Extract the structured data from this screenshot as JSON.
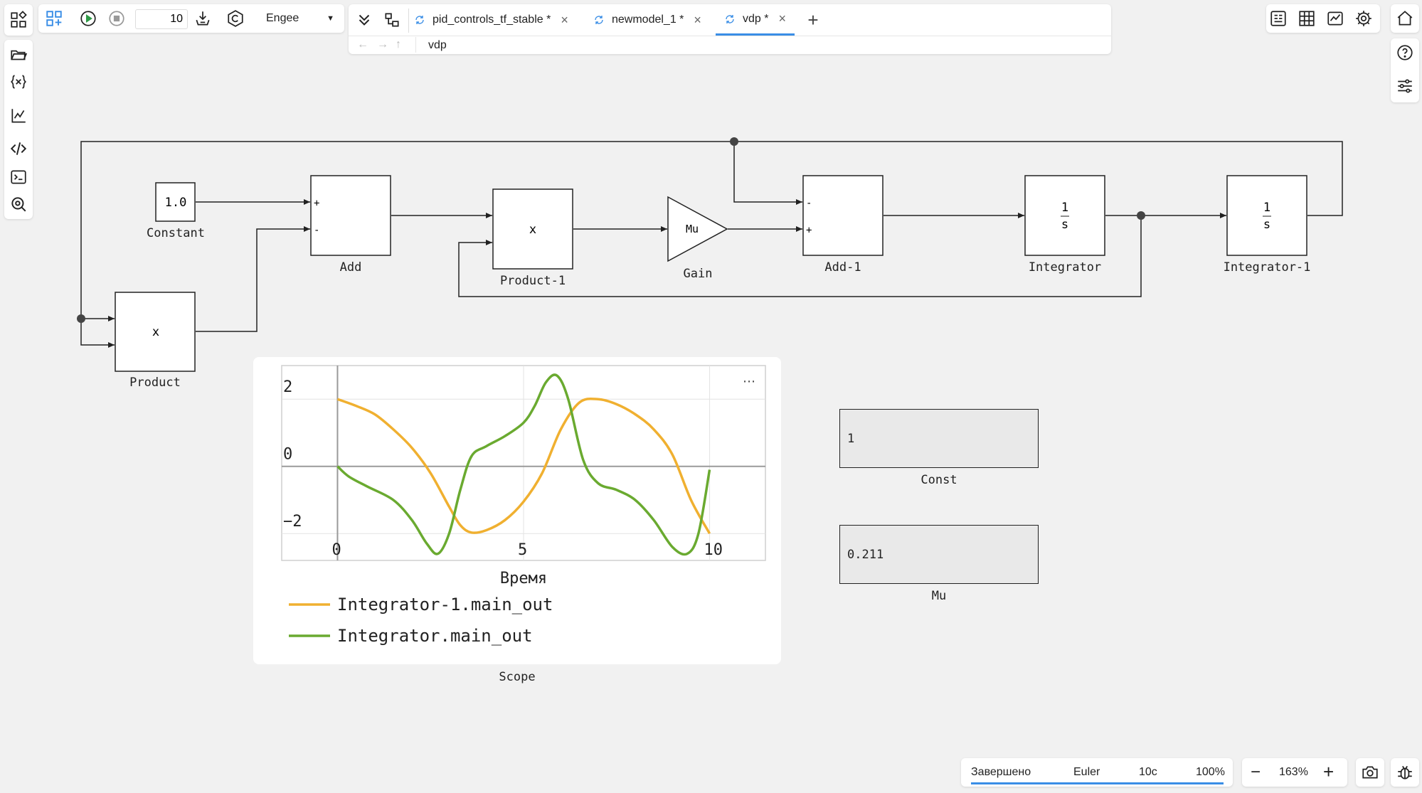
{
  "toolbar": {
    "steps_value": "10",
    "solver_select": "Engee"
  },
  "tabs": [
    {
      "label": "pid_controls_tf_stable *"
    },
    {
      "label": "newmodel_1 *"
    },
    {
      "label": "vdp *"
    }
  ],
  "breadcrumb": {
    "path": "vdp"
  },
  "blocks": {
    "constant": {
      "value": "1.0",
      "label": "Constant"
    },
    "add": {
      "label": "Add",
      "sign1": "+",
      "sign2": "-"
    },
    "product": {
      "symbol": "x",
      "label": "Product"
    },
    "product1": {
      "symbol": "x",
      "label": "Product-1"
    },
    "gain": {
      "symbol": "Mu",
      "label": "Gain"
    },
    "add1": {
      "label": "Add-1",
      "sign1": "-",
      "sign2": "+"
    },
    "integrator": {
      "num": "1",
      "den": "s",
      "label": "Integrator"
    },
    "integrator1": {
      "num": "1",
      "den": "s",
      "label": "Integrator-1"
    }
  },
  "displays": {
    "const": {
      "value": "1",
      "label": "Const"
    },
    "mu": {
      "value": "0.211",
      "label": "Mu"
    }
  },
  "scope": {
    "label": "Scope",
    "more": "⋯",
    "chart_data": {
      "type": "line",
      "xlabel": "Время",
      "ylabel": "",
      "xlim": [
        -1.5,
        11.5
      ],
      "ylim": [
        -2.8,
        3.0
      ],
      "xticks": [
        0,
        5,
        10
      ],
      "yticks": [
        2,
        0,
        -2
      ],
      "xtick_labels": [
        "0",
        "5",
        "10"
      ],
      "ytick_labels": [
        "2",
        "0",
        "−2"
      ],
      "grid": true,
      "legend": "bottom",
      "series": [
        {
          "name": "Integrator-1.main_out",
          "color": "#f0b030",
          "x": [
            0,
            0.5,
            1,
            1.5,
            2,
            2.5,
            3,
            3.3,
            3.6,
            4,
            4.5,
            5,
            5.5,
            6,
            6.5,
            7,
            7.5,
            8,
            8.5,
            9,
            9.5,
            10
          ],
          "y": [
            2.0,
            1.8,
            1.55,
            1.1,
            0.55,
            -0.2,
            -1.2,
            -1.75,
            -1.97,
            -1.9,
            -1.6,
            -1.05,
            -0.2,
            1.1,
            1.9,
            2.0,
            1.85,
            1.55,
            1.1,
            0.35,
            -1.0,
            -2.0
          ]
        },
        {
          "name": "Integrator.main_out",
          "color": "#6aaa30",
          "x": [
            0,
            0.3,
            0.8,
            1.5,
            2,
            2.4,
            2.7,
            3.0,
            3.3,
            3.6,
            4,
            4.5,
            5,
            5.3,
            5.6,
            5.9,
            6.2,
            6.6,
            7,
            7.5,
            8,
            8.5,
            9,
            9.4,
            9.7,
            10
          ],
          "y": [
            0,
            -0.3,
            -0.6,
            -1.0,
            -1.6,
            -2.3,
            -2.6,
            -2.0,
            -0.7,
            0.3,
            0.6,
            0.9,
            1.3,
            1.8,
            2.5,
            2.7,
            2.0,
            0.2,
            -0.5,
            -0.7,
            -1.0,
            -1.6,
            -2.4,
            -2.6,
            -2.0,
            -0.1
          ]
        }
      ]
    }
  },
  "status": {
    "state": "Завершено",
    "solver": "Euler",
    "time": "10с",
    "progress": "100%",
    "progress_fraction": 1.0
  },
  "zoom": {
    "level": "163%"
  },
  "colors": {
    "accent": "#3a8ee6",
    "run_green": "#2e9a46",
    "series_orange": "#f0b030",
    "series_green": "#6aaa30"
  }
}
